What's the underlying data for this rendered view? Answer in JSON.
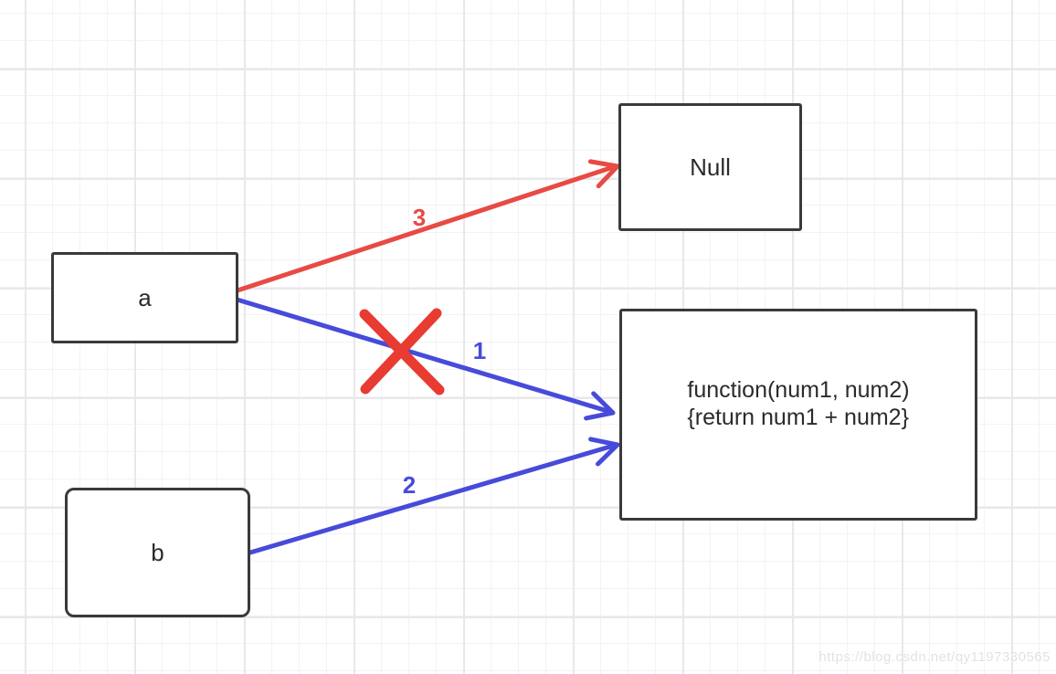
{
  "diagram": {
    "nodes": {
      "a": {
        "label": "a"
      },
      "b": {
        "label": "b"
      },
      "null": {
        "label": "Null"
      },
      "func": {
        "line1": "function(num1, num2)",
        "line2": "{return num1 + num2}"
      }
    },
    "edges": {
      "a_to_func": {
        "label": "1"
      },
      "b_to_func": {
        "label": "2"
      },
      "a_to_null": {
        "label": "3"
      }
    }
  },
  "watermark": {
    "text": "https://blog.csdn.net/qy1197330565"
  },
  "colors": {
    "arrow_blue": "#464bda",
    "arrow_red": "#e84a44",
    "cross_red": "#e83b31",
    "box_border": "#3a3a3a",
    "box_text": "#2b2b2b",
    "grid_minor": "#f3f3f5",
    "grid_major": "#e8e8ec",
    "watermark": "#e4e4e4"
  }
}
